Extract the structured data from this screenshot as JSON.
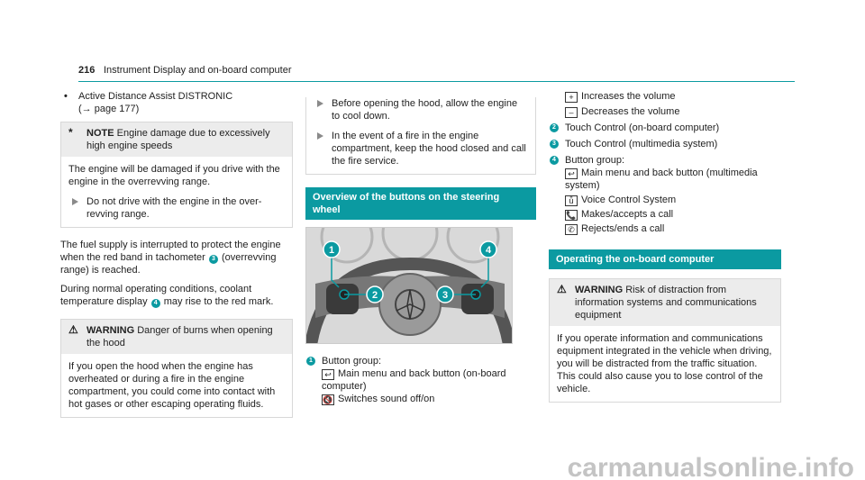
{
  "header": {
    "page_number": "216",
    "title": "Instrument Display and on-board computer"
  },
  "col1": {
    "bullet_text": "Active Distance Assist DISTRONIC",
    "bullet_ref": "(→ page 177)",
    "note": {
      "symbol": "*",
      "label": "NOTE",
      "heading": "Engine damage due to excessively high engine speeds",
      "body": "The engine will be damaged if you drive with the engine in the overrevving range.",
      "step": "Do not drive with the engine in the over-revving range."
    },
    "para1_a": "The fuel supply is interrupted to protect the engine when the red band in tachometer",
    "para1_num": "3",
    "para1_b": "(overrevving range) is reached.",
    "para2_a": "During normal operating conditions, coolant temperature display",
    "para2_num": "4",
    "para2_b": "may rise to the red mark.",
    "warning": {
      "symbol": "⚠",
      "label": "WARNING",
      "heading": "Danger of burns when opening the hood",
      "body": "If you open the hood when the engine has overheated or during a fire in the engine compartment, you could come into contact with hot gases or other escaping operating fluids."
    }
  },
  "col2": {
    "step1": "Before opening the hood, allow the engine to cool down.",
    "step2": "In the event of a fire in the engine compartment, keep the hood closed and call the fire service.",
    "section_title": "Overview of the buttons on the steering wheel",
    "figure_labels": [
      "1",
      "2",
      "3",
      "4"
    ],
    "legend": {
      "num": "1",
      "title": "Button group:",
      "sub1_key": "↩",
      "sub1": "Main menu and back button (on-board computer)",
      "sub2_key": "🔇",
      "sub2": "Switches sound off/on"
    }
  },
  "col3": {
    "line1_key": "+",
    "line1": "Increases the volume",
    "line2_key": "–",
    "line2": "Decreases the volume",
    "item2_num": "2",
    "item2": "Touch Control (on-board computer)",
    "item3_num": "3",
    "item3": "Touch Control (multimedia system)",
    "item4_num": "4",
    "item4": "Button group:",
    "sub1_key": "↩",
    "sub1": "Main menu and back button (multimedia system)",
    "sub2_key": "ǚ",
    "sub2": "Voice Control System",
    "sub3_key": "📞",
    "sub3": "Makes/accepts a call",
    "sub4_key": "✆",
    "sub4": "Rejects/ends a call",
    "section_title": "Operating the on-board computer",
    "warning": {
      "symbol": "⚠",
      "label": "WARNING",
      "heading": "Risk of distraction from information systems and communications equipment",
      "body": "If you operate information and communications equipment integrated in the vehicle when driving, you will be distracted from the traffic situation. This could also cause you to lose control of the vehicle."
    }
  },
  "watermark": "carmanualsonline.info",
  "colors": {
    "accent": "#0b9aa1"
  }
}
